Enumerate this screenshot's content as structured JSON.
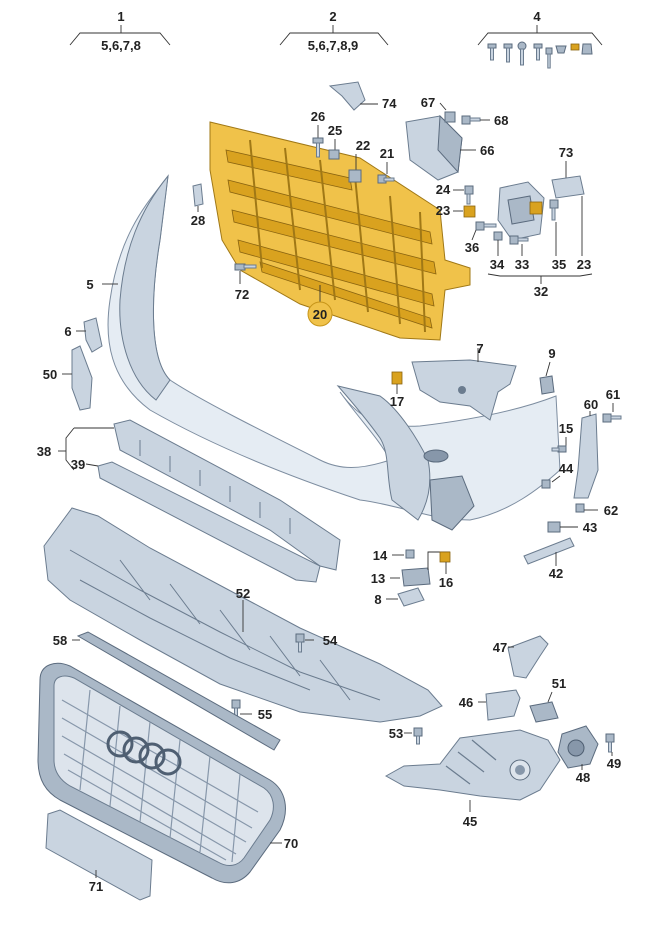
{
  "headers": [
    {
      "id": "1",
      "refs": "5,6,7,8"
    },
    {
      "id": "2",
      "refs": "5,6,7,8,9"
    },
    {
      "id": "4",
      "refs": ""
    }
  ],
  "labels": {
    "l74": "74",
    "l67": "67",
    "l68": "68",
    "l26": "26",
    "l25": "25",
    "l22": "22",
    "l21": "21",
    "l66": "66",
    "l73": "73",
    "l24": "24",
    "l23a": "23",
    "l28": "28",
    "l36": "36",
    "l34": "34",
    "l33": "33",
    "l35": "35",
    "l23b": "23",
    "l32": "32",
    "l5": "5",
    "l72": "72",
    "l20": "20",
    "l6": "6",
    "l7": "7",
    "l9": "9",
    "l50": "50",
    "l17": "17",
    "l60": "60",
    "l61": "61",
    "l15": "15",
    "l38": "38",
    "l39": "39",
    "l44": "44",
    "l62": "62",
    "l43": "43",
    "l14": "14",
    "l13": "13",
    "l16": "16",
    "l42": "42",
    "l8": "8",
    "l52": "52",
    "l58": "58",
    "l54": "54",
    "l47": "47",
    "l51": "51",
    "l55": "55",
    "l46": "46",
    "l53": "53",
    "l48": "48",
    "l49": "49",
    "l45": "45",
    "l70": "70",
    "l71": "71"
  },
  "highlight_color": "#f0c24a",
  "part_color": "#c9d4e0"
}
